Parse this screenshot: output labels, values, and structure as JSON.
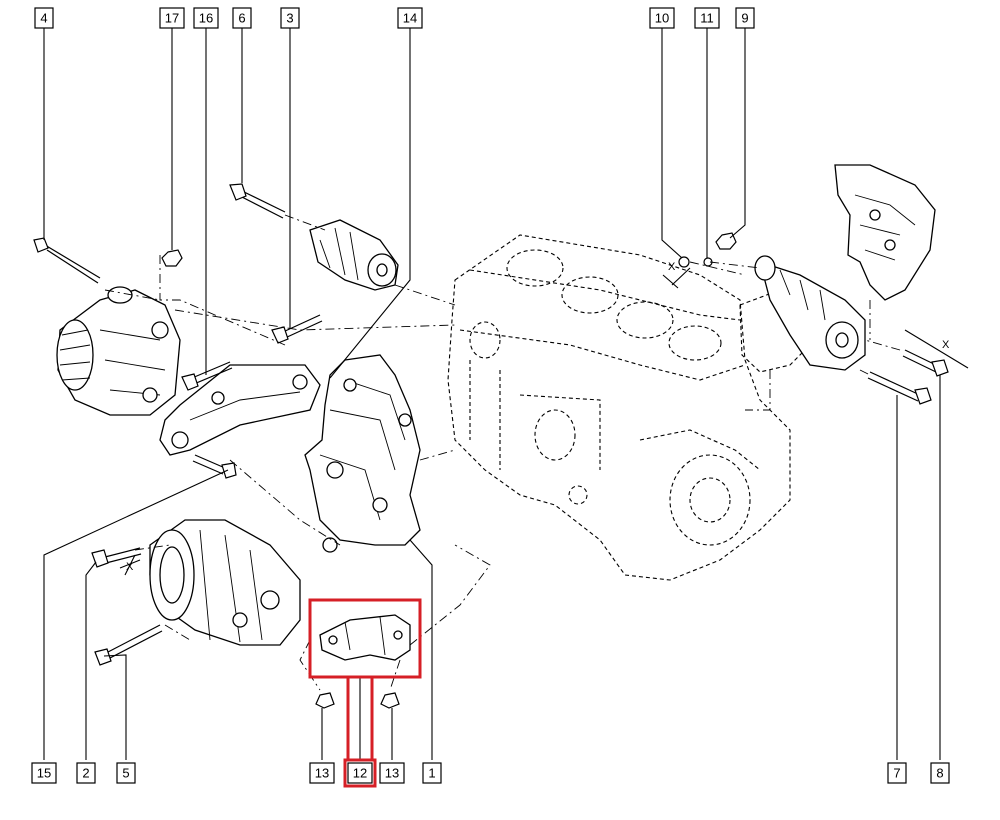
{
  "colors": {
    "line": "#000000",
    "highlight": "#d61f26",
    "background": "#ffffff"
  },
  "callouts_top": [
    "4",
    "17",
    "16",
    "6",
    "3",
    "14",
    "10",
    "11",
    "9"
  ],
  "callouts_bottom": [
    "15",
    "2",
    "5",
    "13",
    "12",
    "13",
    "1",
    "7",
    "8"
  ],
  "highlighted_callout": "12",
  "dimension_marks": [
    "X",
    "X",
    "X"
  ]
}
